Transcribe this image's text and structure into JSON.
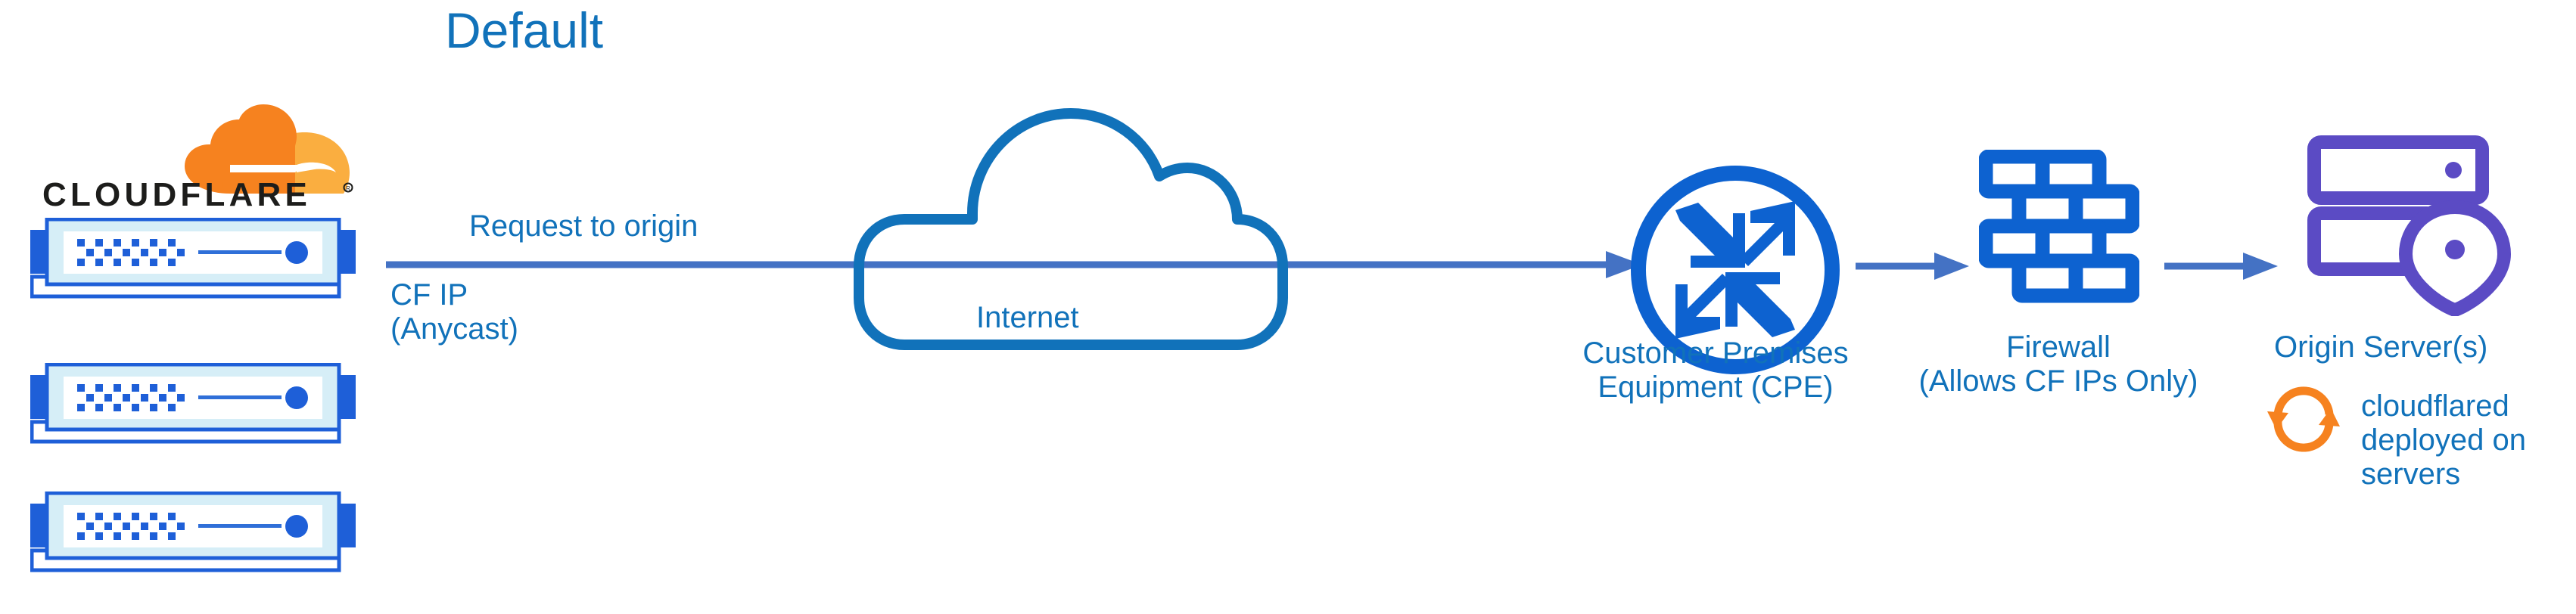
{
  "diagram": {
    "title": "Default",
    "title_color": "#1172ba",
    "accent_blue": "#1172ba",
    "icon_blue": "#0d62d0",
    "arrow_blue": "#4472c4",
    "purple": "#5b4bc4",
    "orange": "#f6821f",
    "orange_light": "#faae40",
    "background": "#ffffff"
  },
  "brand": {
    "wordmark": "CLOUDFLARE",
    "registered_mark": "®",
    "logo_icon": "cloudflare-cloud-icon"
  },
  "edge_nodes": {
    "count": 3,
    "icon": "server-rack-icon",
    "label_primary": "CF IP",
    "label_secondary": "(Anycast)"
  },
  "flow": {
    "request_label": "Request to origin",
    "arrows": [
      {
        "name": "request-to-origin-arrow",
        "from": "cloudflare-edge",
        "to": "cpe"
      },
      {
        "name": "cpe-to-firewall-arrow",
        "from": "cpe",
        "to": "firewall"
      },
      {
        "name": "firewall-to-origin-arrow",
        "from": "firewall",
        "to": "origin-server"
      }
    ]
  },
  "nodes": [
    {
      "id": "internet",
      "icon": "cloud-icon",
      "label": "Internet",
      "label_lines": [
        "Internet"
      ],
      "color": "#1172ba"
    },
    {
      "id": "cpe",
      "icon": "router-icon",
      "label": "Customer Premises Equipment (CPE)",
      "label_lines": [
        "Customer Premises",
        "Equipment (CPE)"
      ],
      "color": "#0d62d0"
    },
    {
      "id": "firewall",
      "icon": "brick-wall-icon",
      "label": "Firewall (Allows CF IPs Only)",
      "label_lines": [
        "Firewall",
        "(Allows CF IPs Only)"
      ],
      "color": "#0d62d0"
    },
    {
      "id": "origin-server",
      "icon": "server-with-location-pin-icon",
      "label": "Origin Server(s)",
      "label_lines": [
        "Origin Server(s)"
      ],
      "color": "#5b4bc4"
    }
  ],
  "annotation": {
    "icon": "sync-refresh-icon",
    "icon_color": "#f6821f",
    "text": "cloudflared deployed on servers",
    "lines": [
      "cloudflared",
      "deployed on",
      "servers"
    ]
  }
}
